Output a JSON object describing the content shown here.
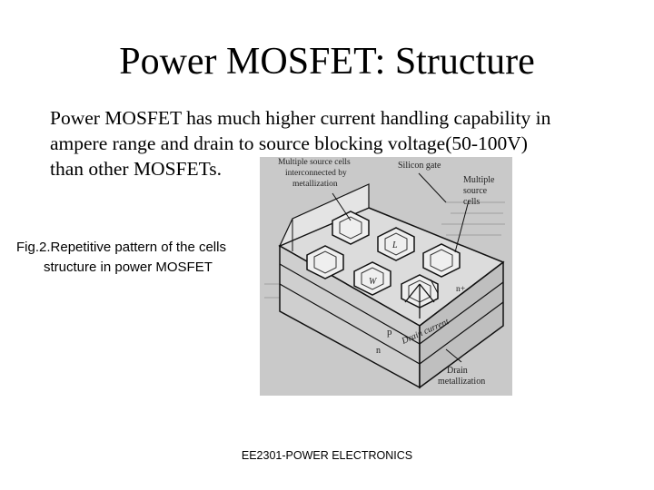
{
  "slide": {
    "title": "Power MOSFET: Structure",
    "body_lines": [
      "Power MOSFET has much higher current handling capability in",
      "ampere range and drain to source blocking voltage(50-100V)",
      "than other MOSFETs."
    ],
    "caption_lines": [
      "Fig.2.Repetitive pattern of the cells",
      "structure in power MOSFET"
    ],
    "footer": "EE2301-POWER ELECTRONICS"
  },
  "figure": {
    "labels": {
      "multiple_source_cells_1": "Multiple source cells",
      "interconnected_by": "interconnected by",
      "metallization": "metallization",
      "silicon_gate": "Silicon gate",
      "multiple": "Multiple",
      "source": "source",
      "cells": "cells",
      "L": "L",
      "W": "W",
      "n_plus": "n+",
      "p": "p",
      "n": "n",
      "drain_current": "Drain current",
      "drain": "Drain",
      "drain_metallization": "metallization"
    }
  }
}
